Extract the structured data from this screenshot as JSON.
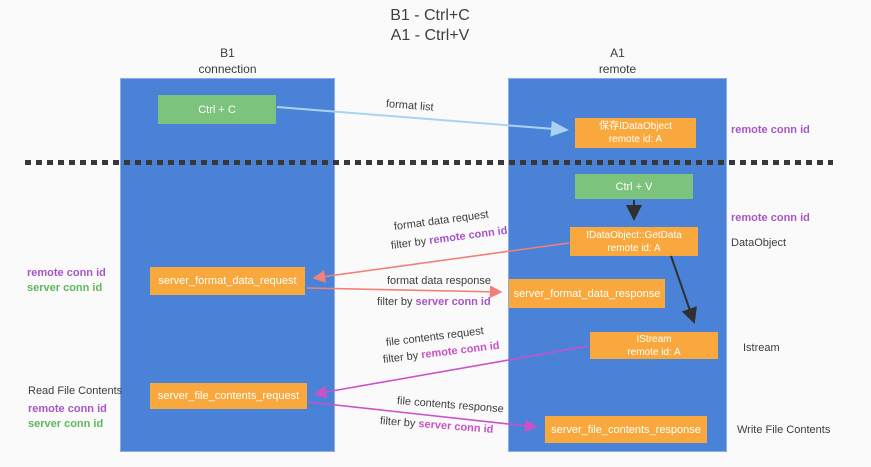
{
  "title": {
    "line1": "B1 - Ctrl+C",
    "line2": "A1 - Ctrl+V"
  },
  "columns": {
    "left": {
      "name": "B1",
      "role": "connection"
    },
    "right": {
      "name": "A1",
      "role": "remote"
    }
  },
  "nodes": {
    "ctrl_c": {
      "label": "Ctrl + C"
    },
    "save_dataobject": {
      "line1": "保存IDataObject",
      "line2": "remote id: A"
    },
    "ctrl_v": {
      "label": "Ctrl + V"
    },
    "getdata": {
      "line1": "IDataObject::GetData",
      "line2": "remote id: A"
    },
    "format_request": {
      "label": "server_format_data_request"
    },
    "format_response": {
      "label": "server_format_data_response"
    },
    "istream": {
      "line1": "IStream",
      "line2": "remote id: A"
    },
    "file_request": {
      "label": "server_file_contents_request"
    },
    "file_response": {
      "label": "server_file_contents_response"
    }
  },
  "arrow_labels": {
    "format_list": "format list",
    "format_data_request": "format data request",
    "format_data_response": "format data response",
    "file_contents_request": "file contents request",
    "file_contents_response": "file contents response",
    "filter_by": "filter by ",
    "remote_conn_id": "remote conn id",
    "server_conn_id": "server conn id"
  },
  "side_labels": {
    "left_format": {
      "remote": "remote conn id",
      "server": "server conn id"
    },
    "left_file": {
      "title": "Read File Contents",
      "remote": "remote conn id",
      "server": "server conn id"
    },
    "right_top_remote": "remote conn id",
    "right_mid_remote": "remote conn id",
    "right_dataobject": "DataObject",
    "right_istream": "Istream",
    "right_write": "Write File Contents"
  },
  "colors": {
    "column_blue": "#4a82d8",
    "node_green": "#7cc47e",
    "node_orange": "#f8a83d",
    "arrow_light_blue": "#a9d3f0",
    "arrow_salmon": "#f08078",
    "arrow_magenta": "#ca52c8",
    "arrow_black": "#303030",
    "text_purple": "#a855c8",
    "text_green": "#5cb85c",
    "text_dark": "#3c3c3c",
    "background": "#fafafa"
  }
}
